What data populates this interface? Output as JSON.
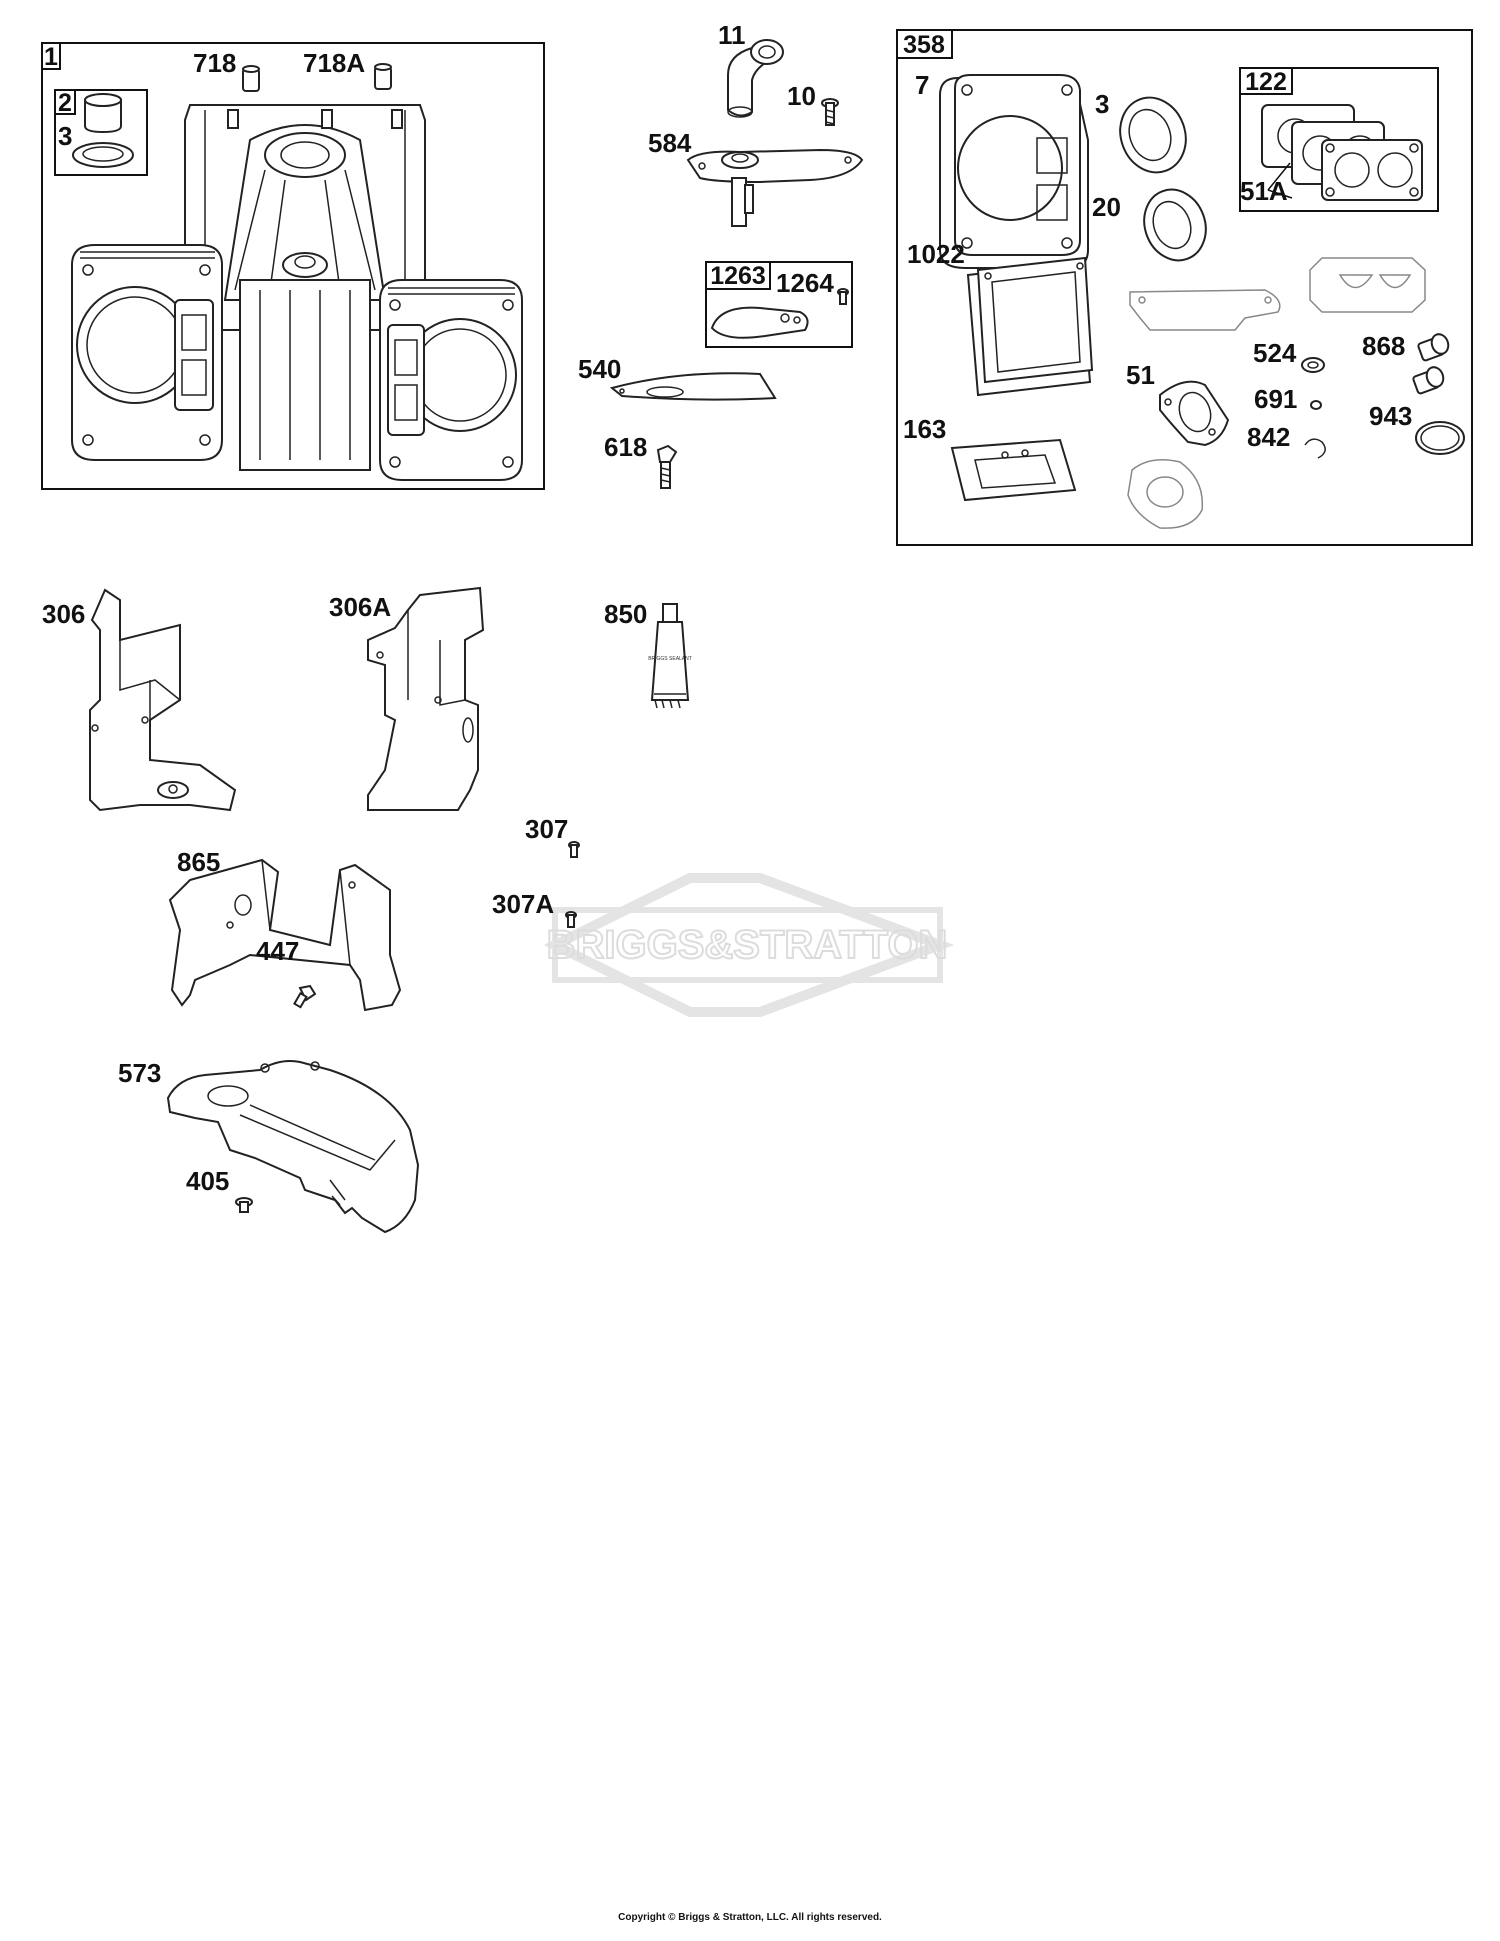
{
  "watermark": "BRIGGS&STRATTON",
  "copyright": "Copyright © Briggs & Stratton, LLC. All rights reserved.",
  "kits": [
    {
      "id": "1"
    },
    {
      "id": "2"
    },
    {
      "id": "358"
    },
    {
      "id": "122"
    },
    {
      "id": "1263"
    }
  ],
  "labels": [
    "718",
    "718A",
    "3",
    "11",
    "10",
    "584",
    "1264",
    "540",
    "618",
    "7",
    "3",
    "20",
    "51A",
    "1022",
    "524",
    "868",
    "51",
    "691",
    "943",
    "163",
    "842",
    "306",
    "306A",
    "850",
    "307",
    "307A",
    "865",
    "447",
    "573",
    "405"
  ],
  "tube_text": "BRIGGS SEALANT"
}
